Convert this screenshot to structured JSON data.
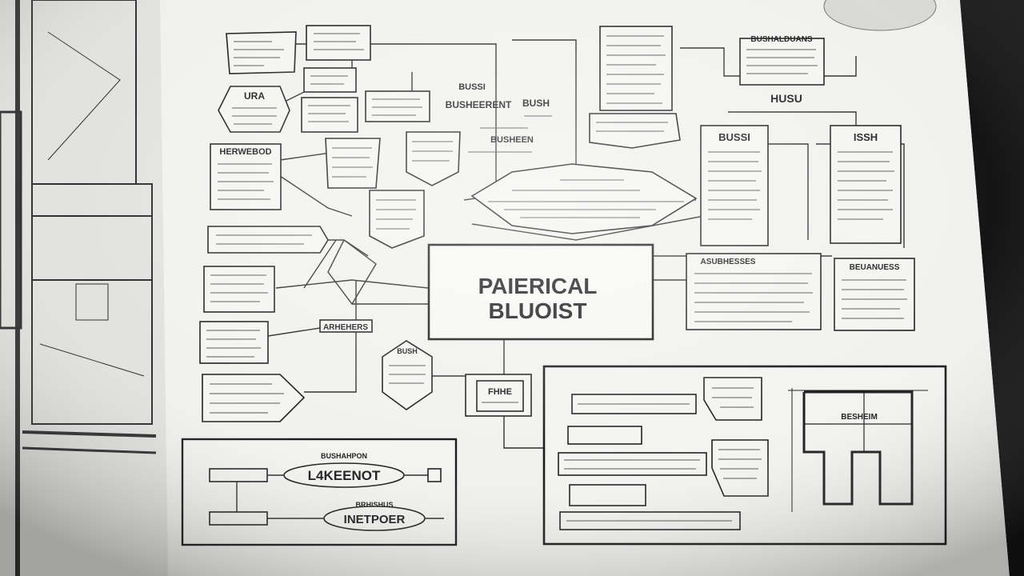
{
  "diagram": {
    "center_box": {
      "line1": "PAIERICAL",
      "line2": "BLUOIST"
    },
    "labels": {
      "top_small_1": "BUSSI",
      "top_small_2": "BUSHEERENT",
      "top_small_3": "BUSH",
      "top_small_4": "BUSHEEN",
      "top_right_title": "BUSHALDUANS",
      "right_mid_label": "HUSU",
      "right_card_1": "BUSSI",
      "right_card_2": "ISSH",
      "left_box_title": "HERWEBOD",
      "left_hex_title": "URA",
      "left_label_mid": "ARHEHERS",
      "right_lower_title": "ASUBHESSES",
      "right_card_3": "BEUANUESS",
      "small_box": "FHHE",
      "plan_room": "BESHEIM",
      "hex_bottom": "BUSH",
      "bottom_oval_1": "L4KEENOT",
      "bottom_oval_2": "INETPOER",
      "bottom_tag_1": "BUSHAHPON",
      "bottom_tag_2": "BRHISHUS"
    }
  },
  "colors": {
    "paper": "#f2f2f0",
    "ink": "#1c1c1c",
    "shadow": "#1a1a1a"
  }
}
